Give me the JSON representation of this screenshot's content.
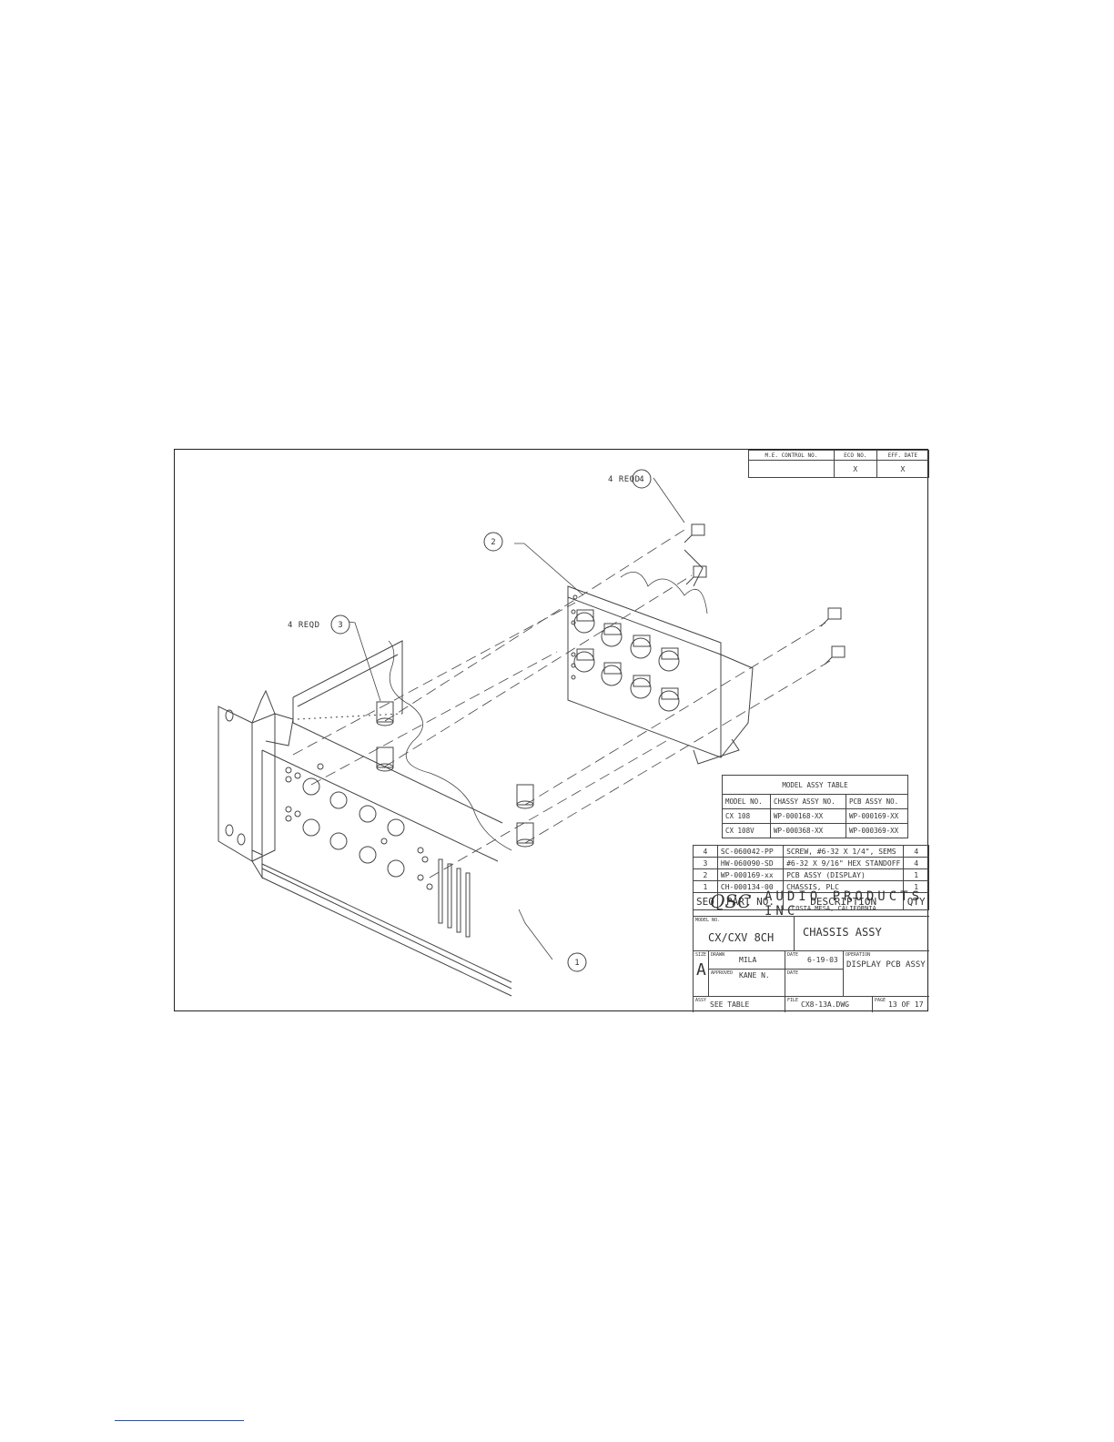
{
  "drawing": {
    "balloons": [
      {
        "id": "balloon-1",
        "number": "1"
      },
      {
        "id": "balloon-2",
        "number": "2"
      },
      {
        "id": "balloon-3",
        "number": "3",
        "note": "4 REQD"
      },
      {
        "id": "balloon-4",
        "number": "4",
        "note": "4 REQD"
      }
    ]
  },
  "revision_block": {
    "headers": [
      "M.E. CONTROL NO.",
      "ECO NO.",
      "EFF. DATE"
    ],
    "values": [
      "",
      "X",
      "X"
    ]
  },
  "model_assy_table": {
    "title": "MODEL ASSY TABLE",
    "headers": [
      "MODEL NO.",
      "CHASSY ASSY NO.",
      "PCB ASSY NO."
    ],
    "rows": [
      [
        "CX 108",
        "WP-000168-XX",
        "WP-000169-XX"
      ],
      [
        "CX 108V",
        "WP-000368-XX",
        "WP-000369-XX"
      ]
    ]
  },
  "bom": {
    "headers": [
      "SEQ",
      "PART NO.",
      "DESCRIPTION",
      "QTY"
    ],
    "rows": [
      [
        "4",
        "SC-060042-PP",
        "SCREW, #6-32 X 1/4\", SEMS",
        "4"
      ],
      [
        "3",
        "HW-060090-SD",
        "#6-32 X 9/16\" HEX STANDOFF",
        "4"
      ],
      [
        "2",
        "WP-000169-xx",
        "PCB ASSY (DISPLAY)",
        "1"
      ],
      [
        "1",
        "CH-000134-00",
        "CHASSIS, PLC",
        "1"
      ]
    ]
  },
  "title_block": {
    "logo": "QSC",
    "company": "AUDIO PRODUCTS INC",
    "location": "COSTA MESA, CALIFORNIA",
    "model_label": "MODEL NO.",
    "model": "CX/CXV 8CH",
    "title": "CHASSIS ASSY",
    "size_label": "SIZE",
    "size": "A",
    "drawn_label": "DRAWN",
    "drawn_by": "MILA",
    "approved_label": "APPROVED",
    "approved_by": "KANE N.",
    "date_label": "DATE",
    "date": "6-19-03",
    "date2_label": "DATE",
    "operation_label": "OPERATION",
    "operation": "DISPLAY PCB ASSY",
    "assy_label": "ASSY",
    "assy": "SEE TABLE",
    "file_label": "FILE",
    "file": "CX8-13A.DWG",
    "page_label": "PAGE",
    "page": "13 OF 17"
  }
}
